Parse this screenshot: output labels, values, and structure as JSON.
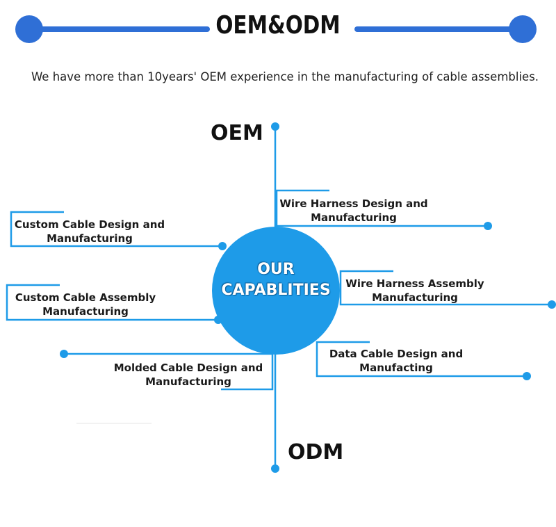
{
  "header": {
    "title": "OEM&ODM",
    "subtitle": "We have more than 10years' OEM experience in the manufacturing of cable assemblies."
  },
  "diagram": {
    "top_label": "OEM",
    "bottom_label": "ODM",
    "center_lines": [
      "OUR",
      "CAPABLITIES"
    ],
    "capabilities": [
      {
        "line1": "Wire Harness Design and",
        "line2": "Manufacturing"
      },
      {
        "line1": "Custom Cable Design and",
        "line2": "Manufacturing"
      },
      {
        "line1": "Wire Harness Assembly",
        "line2": "Manufacturing"
      },
      {
        "line1": "Custom Cable Assembly",
        "line2": "Manufacturing"
      },
      {
        "line1": "Data Cable Design and",
        "line2": "Manufacting"
      },
      {
        "line1": "Molded Cable Design and",
        "line2": "Manufacturing"
      }
    ]
  },
  "colors": {
    "header_bar": "#2f6fd6",
    "accent_line": "#1e9be8",
    "circle": "#1e9be8"
  }
}
